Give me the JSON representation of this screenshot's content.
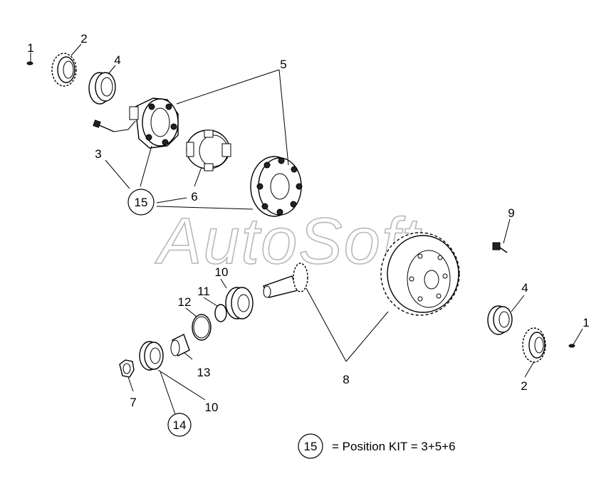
{
  "watermark": "AutoSoft",
  "callouts": {
    "c1a": "1",
    "c2a": "2",
    "c4a": "4",
    "c5": "5",
    "c3": "3",
    "c6": "6",
    "c15": "15",
    "c9": "9",
    "c10a": "10",
    "c11": "11",
    "c12": "12",
    "c4b": "4",
    "c1b": "1",
    "c2b": "2",
    "c13": "13",
    "c8": "8",
    "c7": "7",
    "c10b": "10",
    "c14": "14"
  },
  "legend": {
    "kit_number": "15",
    "text": "= Position KIT = 3+5+6"
  }
}
